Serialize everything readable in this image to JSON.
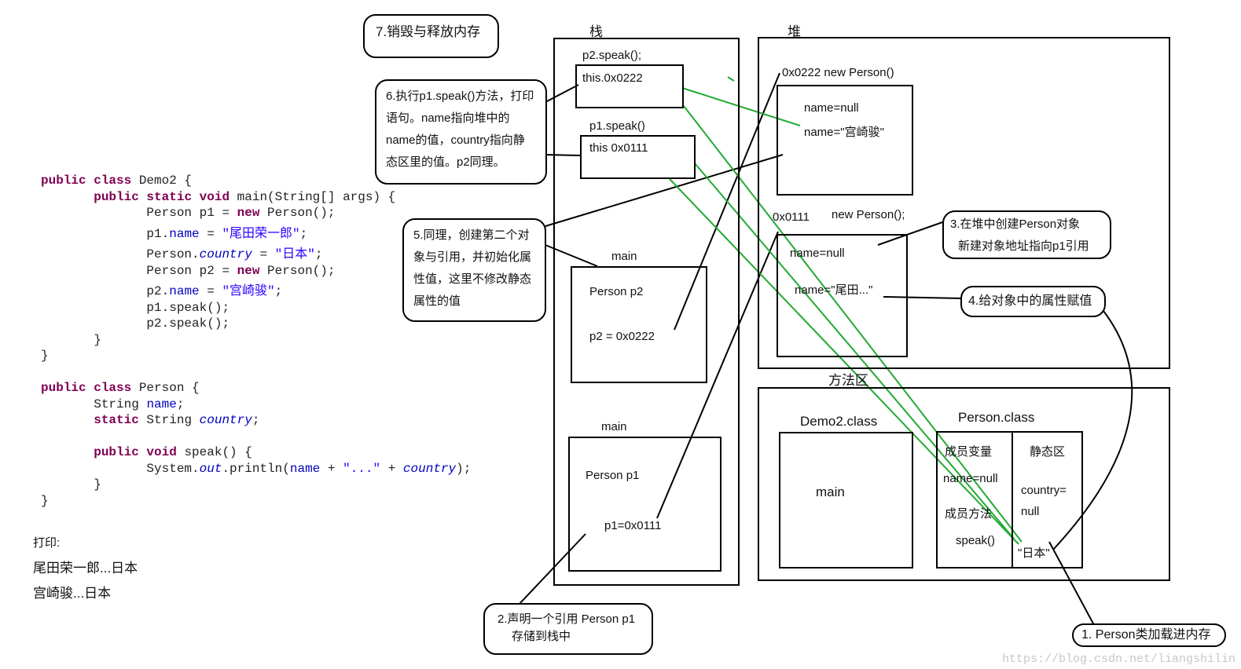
{
  "code": {
    "l1_kw": "public class",
    "l1_rest": " Demo2 {",
    "l2_kw": "public static void",
    "l2_rest": " main(String[] args) {",
    "l3_a": "Person p1 = ",
    "l3_kw": "new",
    "l3_b": " Person();",
    "l4_a": "p1.",
    "l4_f": "name",
    "l4_b": " = ",
    "l4_s": "\"尾田荣一郎\"",
    "l4_c": ";",
    "l5_a": "Person.",
    "l5_f": "country",
    "l5_b": " = ",
    "l5_s": "\"日本\"",
    "l5_c": ";",
    "l6_a": "Person p2 = ",
    "l6_kw": "new",
    "l6_b": " Person();",
    "l7_a": "p2.",
    "l7_f": "name",
    "l7_b": " = ",
    "l7_s": "\"宫崎骏\"",
    "l7_c": ";",
    "l8": "p1.speak();",
    "l9": "p2.speak();",
    "l10": "}",
    "l11": "}",
    "l13_kw": "public class",
    "l13_rest": " Person {",
    "l14_a": "String ",
    "l14_f": "name",
    "l14_c": ";",
    "l15_kw": "static",
    "l15_a": " String ",
    "l15_f": "country",
    "l15_c": ";",
    "l17_kw": "public void",
    "l17_rest": " speak() {",
    "l18_a": "System.",
    "l18_f": "out",
    "l18_b": ".println(",
    "l18_f2": "name",
    "l18_c": " + ",
    "l18_s": "\"...\"",
    "l18_d": " + ",
    "l18_f3": "country",
    "l18_e": ");",
    "l19": "}",
    "l20": "}"
  },
  "output": {
    "label": "打印:",
    "line1": "尾田荣一郎...日本",
    "line2": "宫崎骏...日本"
  },
  "bubbles": {
    "b7": "7.销毁与释放内存",
    "b6": "6.执行p1.speak()方法，打印语句。name指向堆中的name的值，country指向静态区里的值。p2同理。",
    "b5": "5.同理，创建第二个对象与引用，并初始化属性值，这里不修改静态属性的值",
    "b2_1": "2.声明一个引用 Person p1",
    "b2_2": "存储到栈中",
    "b3_1": "3.在堆中创建Person对象",
    "b3_2": "新建对象地址指向p1引用",
    "b4": "4.给对象中的属性赋值",
    "b1": "1. Person类加载进内存"
  },
  "stack": {
    "title": "栈",
    "p2speak": "p2.speak();",
    "this2": "this.0x0222",
    "p1speak": "p1.speak()",
    "this1": "this 0x0111",
    "main2_title": "main",
    "main2_var": "Person p2",
    "main2_val": "p2 = 0x0222",
    "main1_title": "main",
    "main1_var": "Person p1",
    "main1_val": "p1=0x0111"
  },
  "heap": {
    "title": "堆",
    "obj2_header": "0x0222  new Person()",
    "obj2_l1": "name=null",
    "obj2_l2": "name=\"宫崎骏\"",
    "obj1_addr": "0x0111",
    "obj1_new": "new Person();",
    "obj1_l1": "name=null",
    "obj1_l2": "name=\"尾田...\""
  },
  "method_area": {
    "title": "方法区",
    "demo2": "Demo2.class",
    "demo2_main": "main",
    "person": "Person.class",
    "members": "成员变量",
    "name_null": "name=null",
    "methods": "成员方法",
    "speak": "speak()",
    "static_area": "静态区",
    "country1": "country=",
    "country2": "null",
    "japan": "\"日本\""
  },
  "watermark": "https://blog.csdn.net/liangshilin",
  "colors": {
    "green_arrow": "#22aa33",
    "line": "#000000"
  }
}
